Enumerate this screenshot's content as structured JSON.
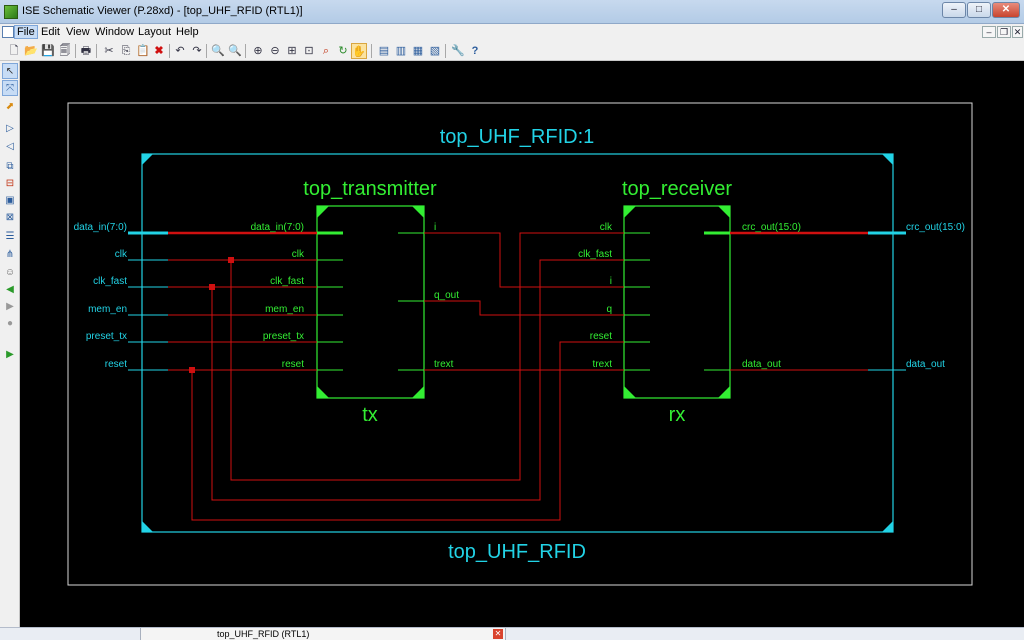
{
  "window": {
    "title": "ISE Schematic Viewer (P.28xd) - [top_UHF_RFID (RTL1)]",
    "minimize_glyph": "–",
    "maximize_glyph": "□",
    "close_glyph": "✕"
  },
  "menu": {
    "items": [
      "File",
      "Edit",
      "View",
      "Window",
      "Layout",
      "Help"
    ],
    "active": "File",
    "mdi_minimize": "–",
    "mdi_restore": "❐",
    "mdi_close": "✕"
  },
  "toolbar": {
    "new_glyph": "🗋",
    "open_glyph": "📂",
    "save_glyph": "💾",
    "saveall_glyph": "🗐",
    "print_glyph": "🖶",
    "cut_glyph": "✂",
    "copy_glyph": "⎘",
    "paste_glyph": "📋",
    "delete_glyph": "✖",
    "undo_glyph": "↶",
    "redo_glyph": "↷",
    "find_glyph": "🔍",
    "zoomin_glyph": "⊕",
    "zoomout_glyph": "⊖",
    "zoomfull_glyph": "⊞",
    "zoomsel_glyph": "⊡",
    "zoomarea_glyph": "⌕",
    "refresh_glyph": "↻",
    "pan_glyph": "✋",
    "layout1_glyph": "▤",
    "layout2_glyph": "▥",
    "layout3_glyph": "▦",
    "layout4_glyph": "▧",
    "settings_glyph": "🔧",
    "help_glyph": "?"
  },
  "left_tools": {
    "select_glyph": "↖",
    "route_glyph": "⤧",
    "expand_glyph": "⬈",
    "add_in_glyph": "▷",
    "add_out_glyph": "◁",
    "hier_glyph": "⧉",
    "symbol_glyph": "⊟",
    "net_glyph": "▣",
    "tag_glyph": "⊠",
    "list_glyph": "☰",
    "tree_glyph": "⋔",
    "person_glyph": "☺",
    "back_glyph": "◀",
    "forward_glyph": "▶",
    "stop_glyph": "●",
    "run_glyph": "▶"
  },
  "schematic": {
    "top_instance_label": "top_UHF_RFID:1",
    "top_module_name": "top_UHF_RFID",
    "top_ports_in": [
      "data_in(7:0)",
      "clk",
      "clk_fast",
      "mem_en",
      "preset_tx",
      "reset"
    ],
    "top_ports_out": [
      "crc_out(15:0)",
      "data_out"
    ],
    "tx": {
      "module_label": "top_transmitter",
      "instance_label": "tx",
      "inputs": [
        "data_in(7:0)",
        "clk",
        "clk_fast",
        "mem_en",
        "preset_tx",
        "reset"
      ],
      "outputs": [
        "i",
        "q_out",
        "trext"
      ]
    },
    "rx": {
      "module_label": "top_receiver",
      "instance_label": "rx",
      "inputs": [
        "clk",
        "clk_fast",
        "i",
        "q",
        "reset",
        "trext"
      ],
      "outputs": [
        "crc_out(15:0)",
        "data_out"
      ]
    },
    "colors": {
      "cyan": "#22d3e6",
      "green": "#33ee33",
      "net_red": "#d01010",
      "frame_gray": "#d8d8d8",
      "background": "#000000"
    }
  },
  "bottom_tab": {
    "label": "top_UHF_RFID (RTL1)",
    "close_glyph": "✕"
  }
}
